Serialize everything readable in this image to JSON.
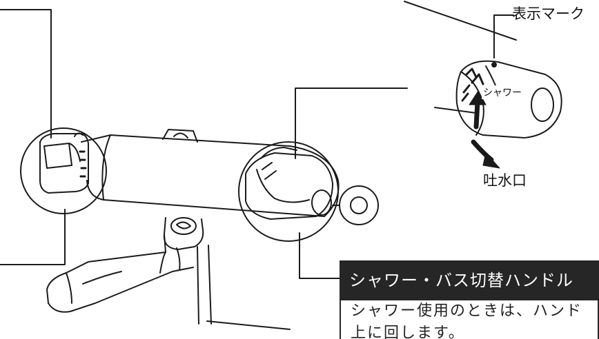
{
  "labels": {
    "marker": "表示マーク",
    "spout": "吐水口",
    "shower_on_handle": "シャワー"
  },
  "callout": {
    "title": "シャワー・バス切替ハンドル",
    "body_line1": "シャワー使用のときは、ハンド",
    "body_line2": "上に回します。"
  },
  "colors": {
    "line": "#1a1a1a",
    "callout_bg": "#262626",
    "callout_text": "#ffffff"
  }
}
